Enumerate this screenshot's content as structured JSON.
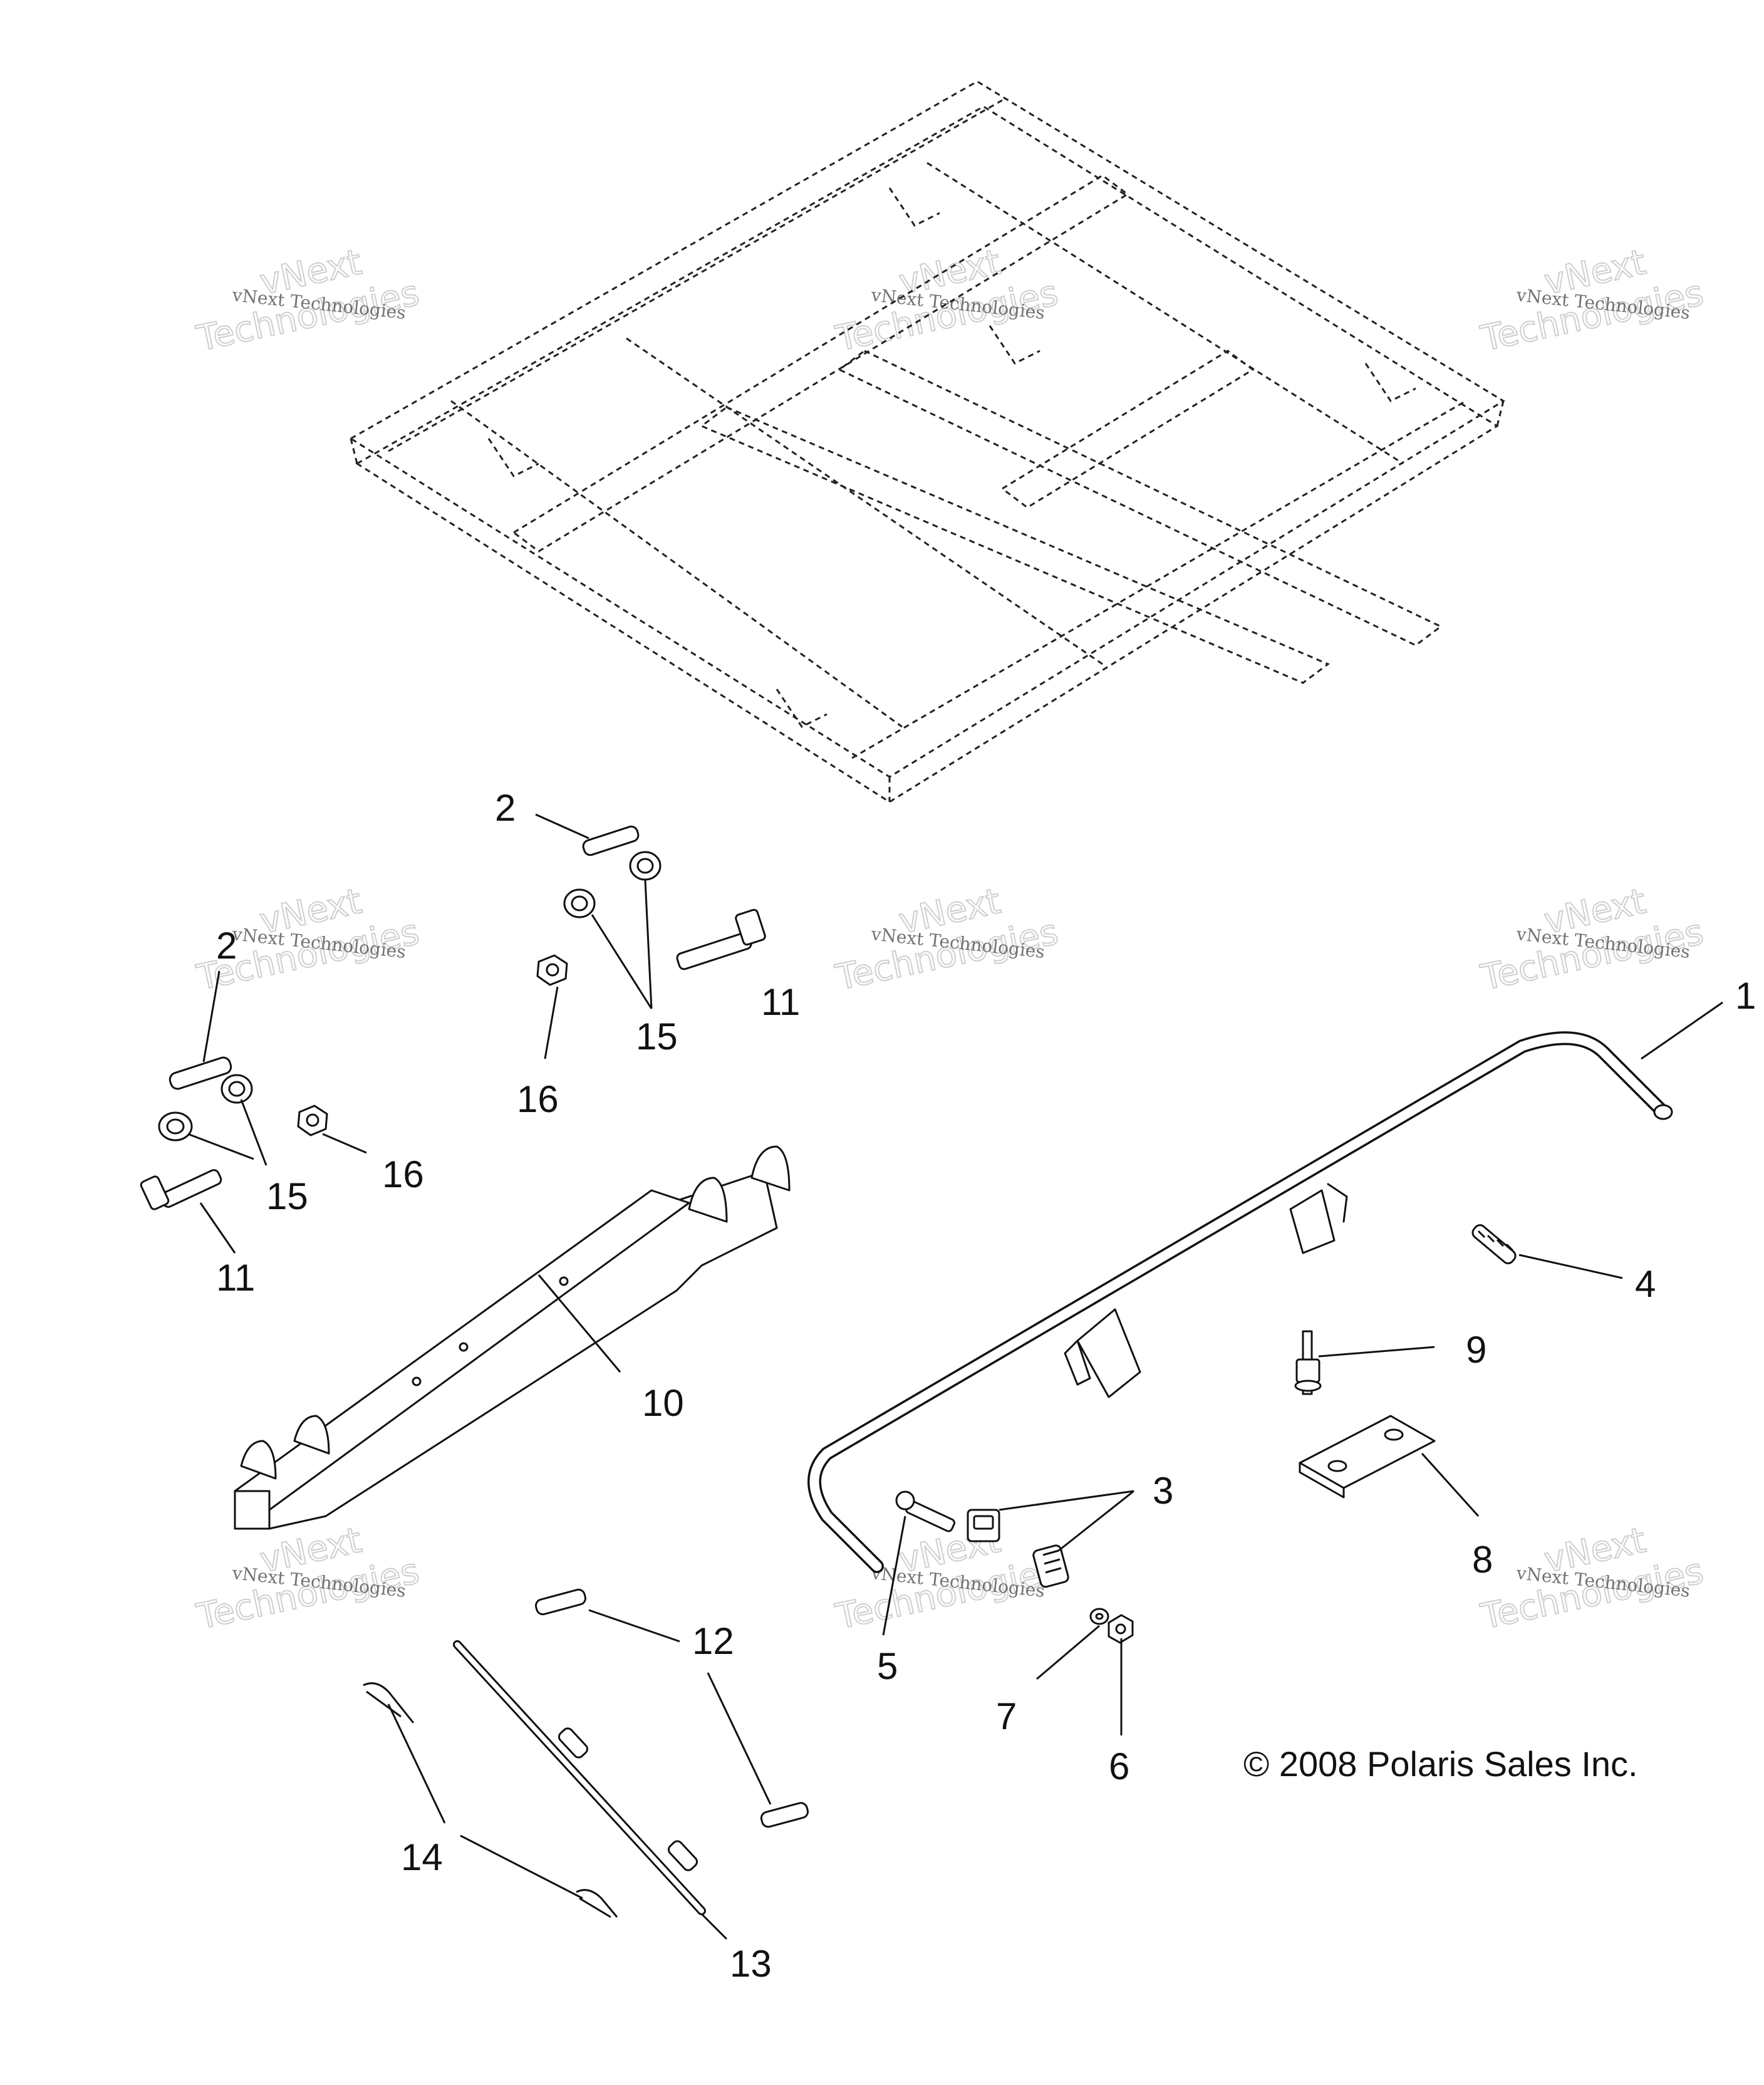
{
  "copyright": "© 2008 Polaris Sales Inc.",
  "watermark": {
    "line1": "vNext Technologies",
    "line2_a": "vNext",
    "line2_b": "Technologies"
  },
  "callouts": [
    {
      "id": "c1",
      "text": "1"
    },
    {
      "id": "c2a",
      "text": "2"
    },
    {
      "id": "c2b",
      "text": "2"
    },
    {
      "id": "c3",
      "text": "3"
    },
    {
      "id": "c4",
      "text": "4"
    },
    {
      "id": "c5",
      "text": "5"
    },
    {
      "id": "c6",
      "text": "6"
    },
    {
      "id": "c7",
      "text": "7"
    },
    {
      "id": "c8",
      "text": "8"
    },
    {
      "id": "c9",
      "text": "9"
    },
    {
      "id": "c10",
      "text": "10"
    },
    {
      "id": "c11a",
      "text": "11"
    },
    {
      "id": "c11b",
      "text": "11"
    },
    {
      "id": "c12",
      "text": "12"
    },
    {
      "id": "c13",
      "text": "13"
    },
    {
      "id": "c14",
      "text": "14"
    },
    {
      "id": "c15a",
      "text": "15"
    },
    {
      "id": "c15b",
      "text": "15"
    },
    {
      "id": "c16a",
      "text": "16"
    },
    {
      "id": "c16b",
      "text": "16"
    }
  ]
}
